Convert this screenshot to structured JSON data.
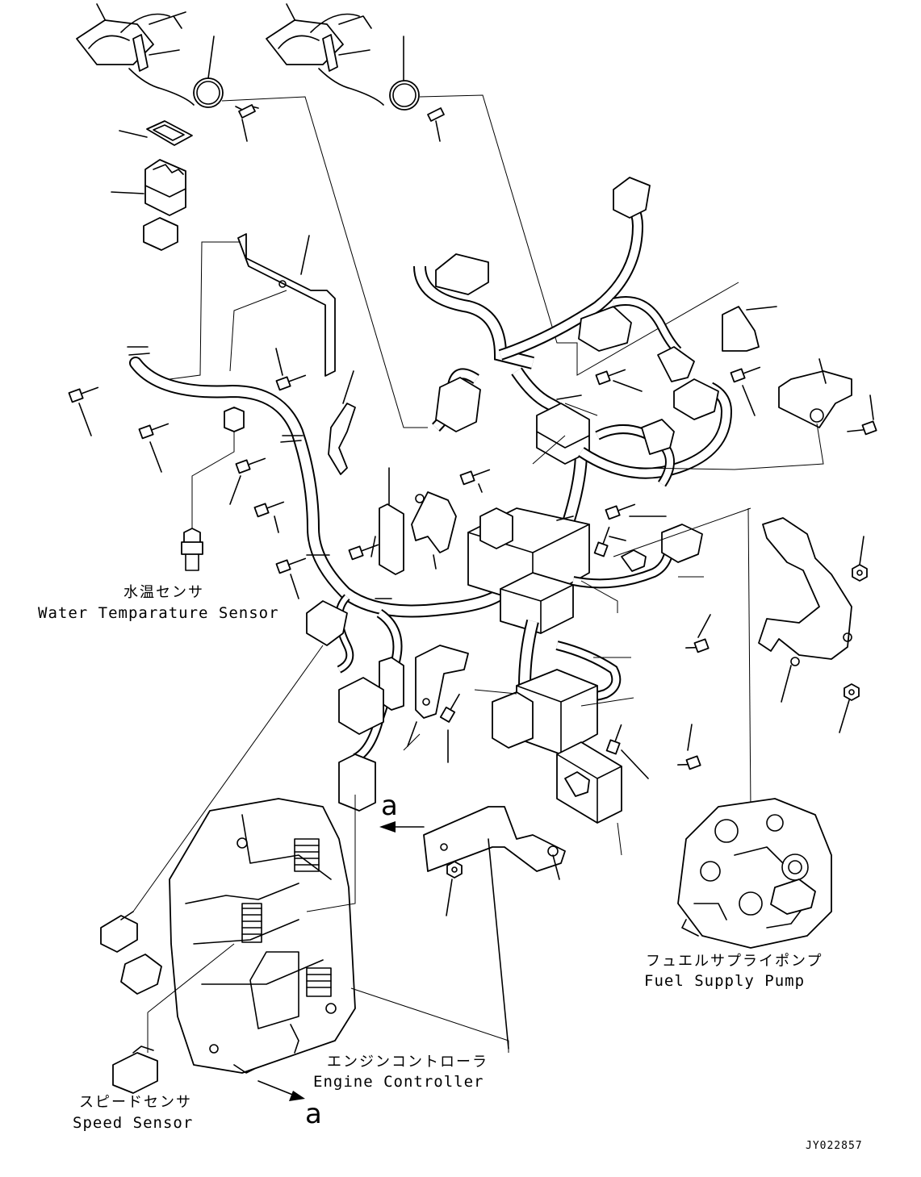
{
  "drawing_code": "JY022857",
  "view_marker": "a",
  "labels": {
    "water_temp_sensor": {
      "jp": "水温センサ",
      "en": "Water Temparature Sensor"
    },
    "fuel_supply_pump": {
      "jp": "フュエルサプライポンプ",
      "en": "Fuel Supply Pump"
    },
    "engine_controller": {
      "jp": "エンジンコントローラ",
      "en": "Engine Controller"
    },
    "speed_sensor": {
      "jp": "スピードセンサ",
      "en": "Speed Sensor"
    }
  }
}
